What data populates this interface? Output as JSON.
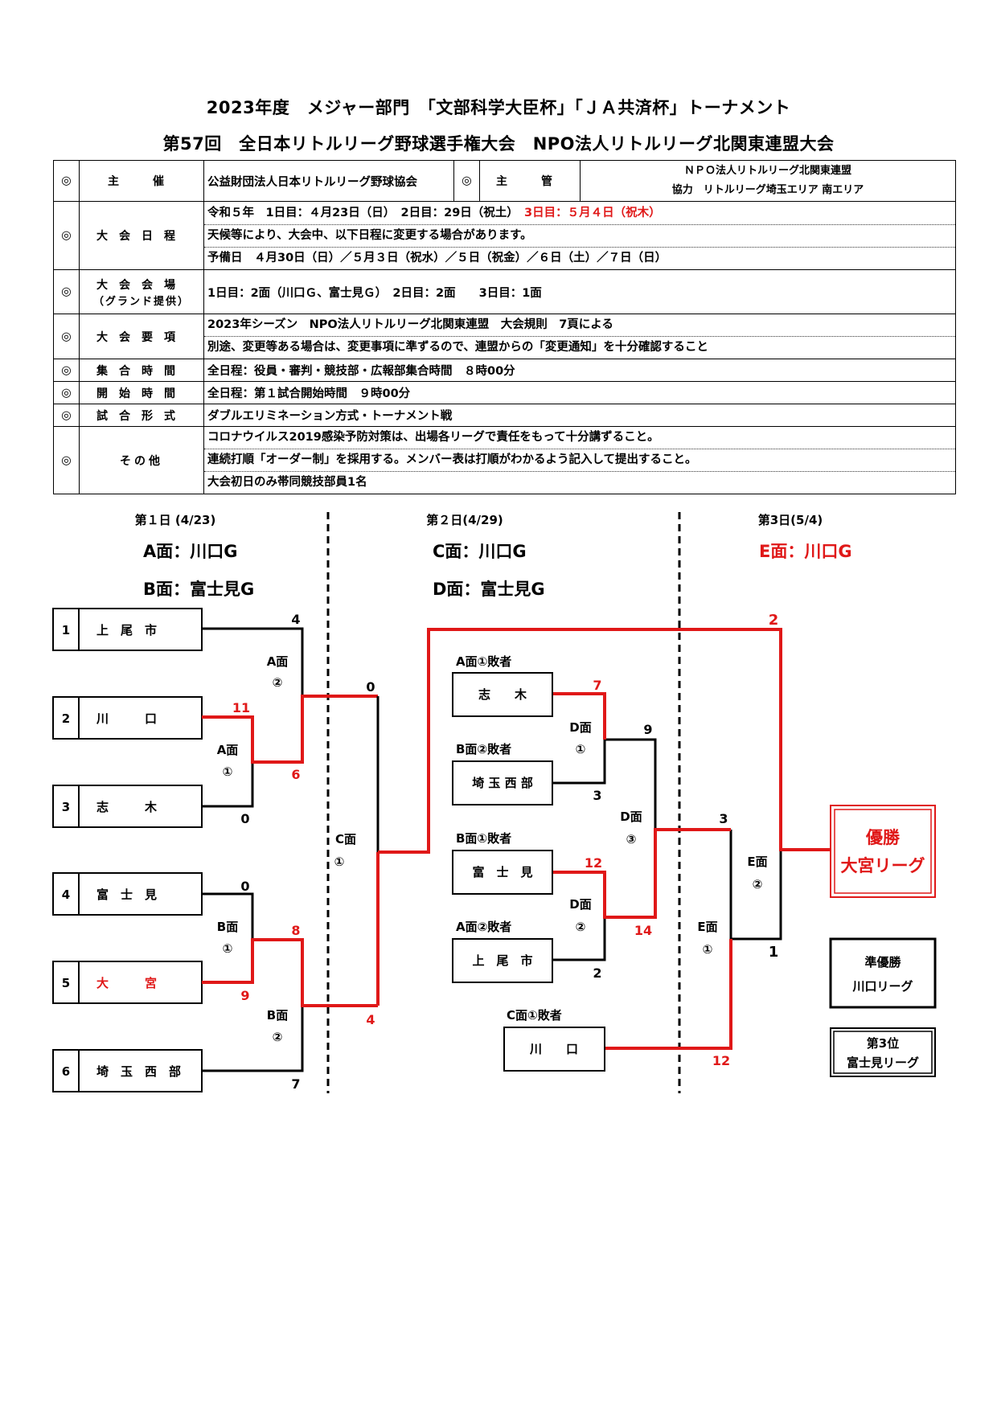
{
  "header": {
    "title_line1": "2023年度　メジャー部門　「文部科学大臣杯」「ＪＡ共済杯」トーナメント",
    "title_line2": "第57回　全日本リトルリーグ野球選手権大会　NPO法人リトルリーグ北関東連盟大会"
  },
  "info": {
    "mark": "◎",
    "host_label": "主　催",
    "host_value": "公益財団法人日本リトルリーグ野球協会",
    "manage_label": "主　管",
    "manage_value_1": "ＮＰＯ法人リトルリーグ北関東連盟",
    "manage_value_2": "協力　リトルリーグ埼玉エリア 南エリア",
    "schedule_label": "大会日程",
    "schedule_line1_a": "令和５年　1日目：４月23日（日）　2日目：29日（祝土）　",
    "schedule_line1_b": "3日目：５月４日（祝木）",
    "schedule_line2": "天候等により、大会中、以下日程に変更する場合があります。",
    "schedule_line3": "予備日　４月30日（日）／５月３日（祝水）／５日（祝金）／６日（土）／７日（日）",
    "venue_label": "大会会場",
    "venue_sub": "（グランド提供）",
    "venue_value": "1日目：2面（川口Ｇ、富士見Ｇ）　2日目：2面　　3日目：1面",
    "rules_label": "大会要項",
    "rules_line1": "2023年シーズン　NPO法人リトルリーグ北関東連盟　大会規則　7頁による",
    "rules_line2": "別途、変更等ある場合は、変更事項に準ずるので、連盟からの「変更通知」を十分確認すること",
    "gather_label": "集合時間",
    "gather_value": "全日程：役員・審判・競技部・広報部集合時間　８時00分",
    "start_label": "開始時間",
    "start_value": "全日程：第１試合開始時間　９時00分",
    "format_label": "試合形式",
    "format_value": "ダブルエリミネーション方式・トーナメント戦",
    "other_label": "その他",
    "other_line1": "コロナウイルス2019感染予防対策は、出場各リーグで責任をもって十分講ずること。",
    "other_line2": "連続打順「オーダー制」を採用する。メンバー表は打順がわかるよう記入して提出すること。",
    "other_line3": "大会初日のみ帯同競技部員1名"
  },
  "days": {
    "day1": "第１日 (4/23)",
    "day2": "第２日(4/29)",
    "day3": "第3日(5/4)",
    "field_a": "A面：川口G",
    "field_b": "B面：富士見G",
    "field_c": "C面：川口G",
    "field_d": "D面：富士見G",
    "field_e": "E面：川口G"
  },
  "teams": [
    {
      "no": "1",
      "name": "上　尾　市"
    },
    {
      "no": "2",
      "name": "川　　　口"
    },
    {
      "no": "3",
      "name": "志　　　木"
    },
    {
      "no": "4",
      "name": "富　士　見"
    },
    {
      "no": "5",
      "name": "大　　　宮"
    },
    {
      "no": "6",
      "name": "埼　玉　西　部"
    }
  ],
  "losers": [
    {
      "label": "A面①敗者",
      "name": "志　　木"
    },
    {
      "label": "B面②敗者",
      "name": "埼 玉 西 部"
    },
    {
      "label": "B面①敗者",
      "name": "富　士　見"
    },
    {
      "label": "A面②敗者",
      "name": "上　尾　市"
    },
    {
      "label": "C面①敗者",
      "name": "川　　口"
    }
  ],
  "games": {
    "a1": "A面",
    "a1n": "①",
    "a2": "A面",
    "a2n": "②",
    "b1": "B面",
    "b1n": "①",
    "b2": "B面",
    "b2n": "②",
    "c1": "C面",
    "c1n": "①",
    "d1": "D面",
    "d1n": "①",
    "d2": "D面",
    "d2n": "②",
    "d3": "D面",
    "d3n": "③",
    "e1": "E面",
    "e1n": "①",
    "e2": "E面",
    "e2n": "②"
  },
  "scores": {
    "s_joetsu": "4",
    "s_kawa": "11",
    "s_shiki": "0",
    "s_a1w": "6",
    "s_fuji": "0",
    "s_omiya": "9",
    "s_b1w": "8",
    "s_saitama": "7",
    "s_c1top": "0",
    "s_c1bot": "4",
    "s_l_shiki": "7",
    "s_l_saitama": "3",
    "s_d1w": "9",
    "s_l_fuji": "12",
    "s_l_joetsu": "2",
    "s_d2w": "14",
    "s_d3w": "3",
    "s_l_kawa": "12",
    "s_e1w": "1",
    "s_final_top": "2"
  },
  "results": {
    "champion_label": "優勝",
    "champion_team": "大宮リーグ",
    "runner_label": "準優勝",
    "runner_team": "川口リーグ",
    "third_label": "第3位",
    "third_team": "富士見リーグ"
  },
  "colors": {
    "winner": "#e01818",
    "line": "#000000"
  }
}
